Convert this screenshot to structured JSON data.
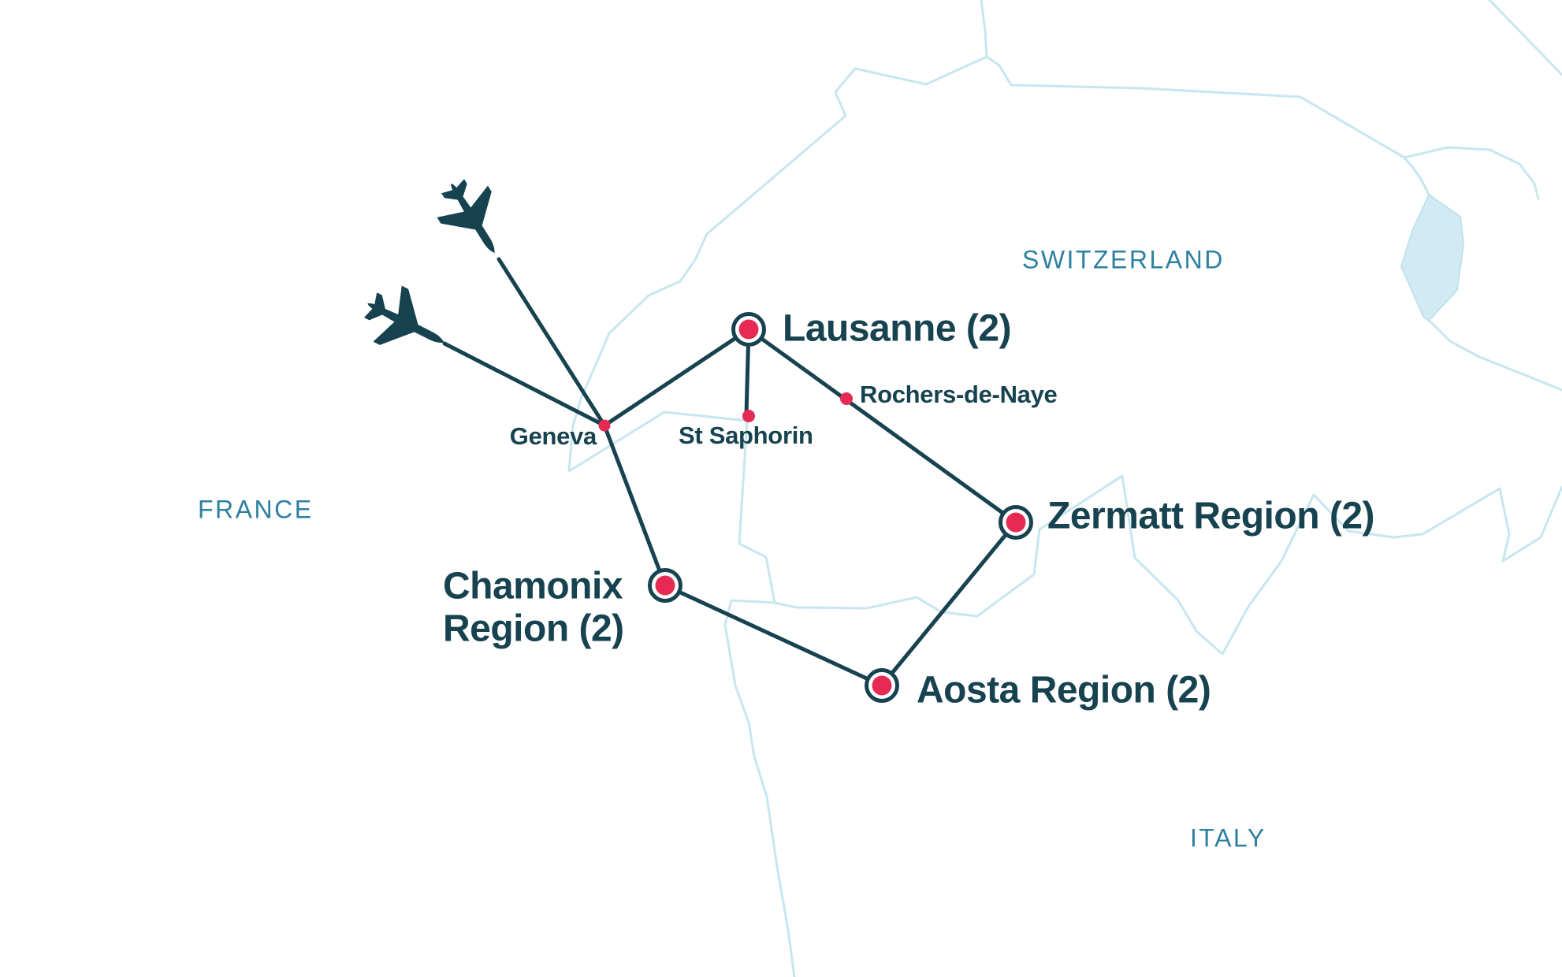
{
  "map": {
    "countries": [
      {
        "name": "SWITZERLAND"
      },
      {
        "name": "FRANCE"
      },
      {
        "name": "ITALY"
      }
    ],
    "stops": [
      {
        "label": "Lausanne (2)"
      },
      {
        "label": "Zermatt Region (2)"
      },
      {
        "label": "Chamonix Region (2)"
      },
      {
        "label": "Aosta Region (2)"
      }
    ],
    "waypoints": [
      {
        "label": "Geneva"
      },
      {
        "label": "St Saphorin"
      },
      {
        "label": "Rochers-de-Naye"
      }
    ],
    "icons": [
      {
        "name": "airplane-icon"
      },
      {
        "name": "airplane-icon"
      }
    ],
    "colors": {
      "route": "#17424f",
      "stop_dot": "#e62a54",
      "stop_ring": "#17424f",
      "country_label": "#2e80a0",
      "border_line": "#c7e6f0",
      "lake_fill": "#d2eaf3",
      "lake_edge": "#bfe2ee"
    }
  }
}
